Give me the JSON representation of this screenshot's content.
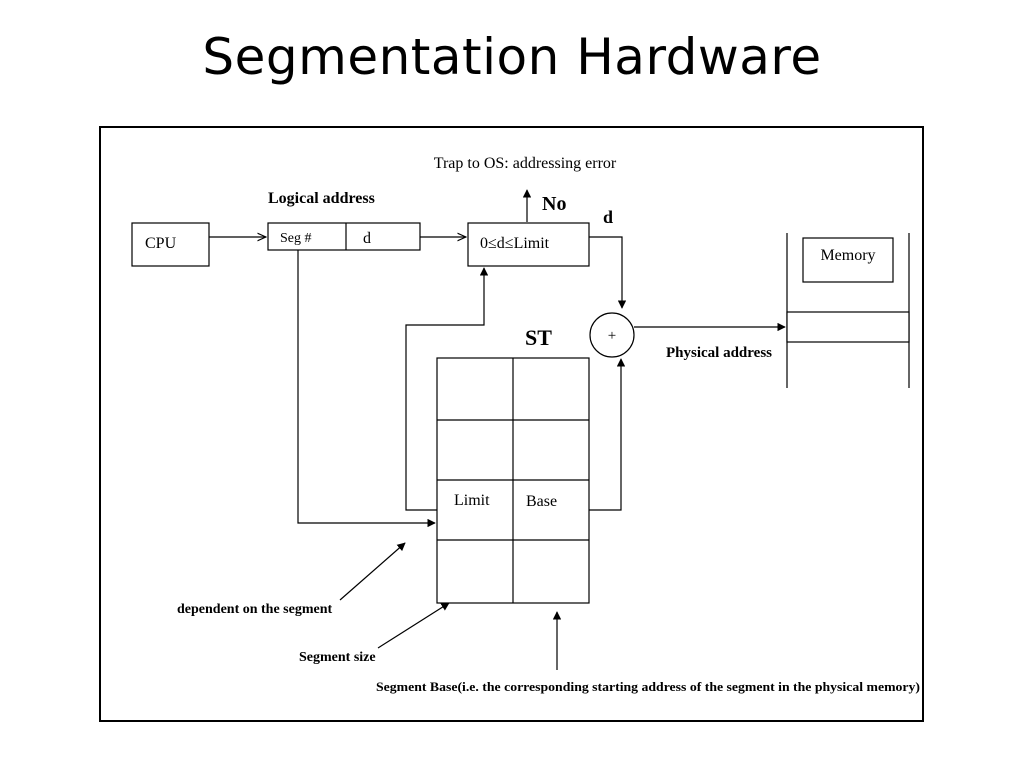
{
  "slide": {
    "title": "Segmentation Hardware"
  },
  "diagram": {
    "trap_label": "Trap to OS: addressing error",
    "no_label": "No",
    "d_label": "d",
    "logical_address_label": "Logical address",
    "cpu_label": "CPU",
    "seg_field_label": "Seg #",
    "offset_field_label": "d",
    "compare_label": "0≤d≤Limit",
    "adder_label": "+",
    "st_label": "ST",
    "physical_address_label": "Physical address",
    "memory_label": "Memory",
    "limit_cell_label": "Limit",
    "base_cell_label": "Base",
    "annotation_dependent": "dependent on the segment",
    "annotation_segment_size": "Segment size",
    "annotation_segment_base": "Segment Base(i.e. the corresponding starting address of the segment in the physical memory)"
  }
}
